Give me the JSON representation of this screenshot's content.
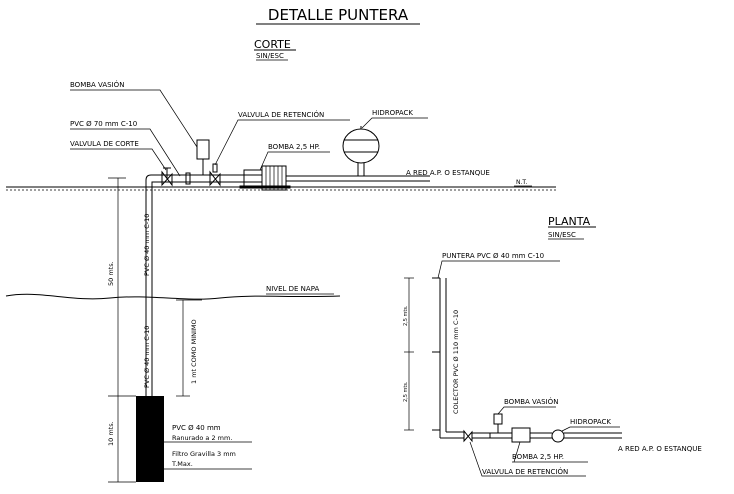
{
  "title": "DETALLE PUNTERA",
  "corte": {
    "heading": "CORTE",
    "scale": "SIN/ESC",
    "labels": {
      "bomba_vasion": "BOMBA VASIÓN",
      "pvc_70": "PVC Ø 70 mm C-10",
      "valvula_corte": "VALVULA DE CORTE",
      "valvula_retencion": "VALVULA DE RETENCIÓN",
      "hidropack": "HIDROPACK",
      "bomba_25": "BOMBA 2,5 HP.",
      "red": "A RED A.P. O ESTANQUE",
      "nt": "N.T.",
      "pvc_40_upper": "PVC Ø 40 mm C-10",
      "dim_50": "50 mts.",
      "nivel_napa": "NIVEL DE NAPA",
      "pvc_40_lower": "PVC Ø 40 mm C-10",
      "como_minimo": "1 mt COMO MINIMO",
      "dim_10": "10 mts.",
      "pvc_40_filter": "PVC Ø 40 mm",
      "ranurado": "Ranurado a 2 mm.",
      "filtro": "Filtro Gravilla 3 mm",
      "tmax": "T.Max."
    }
  },
  "planta": {
    "heading": "PLANTA",
    "scale": "SIN/ESC",
    "labels": {
      "puntera": "PUNTERA PVC Ø 40 mm C-10",
      "dim_a": "2,5 mts.",
      "dim_b": "2,5 mts.",
      "colector": "COLECTOR PVC Ø 110 mm C-10",
      "bomba_vasion": "BOMBA VASIÓN",
      "hidropack": "HIDROPACK",
      "bomba_25": "BOMBA 2,5 HP.",
      "red": "A RED A.P. O ESTANQUE",
      "valvula_retencion": "VALVULA DE RETENCIÓN"
    }
  }
}
